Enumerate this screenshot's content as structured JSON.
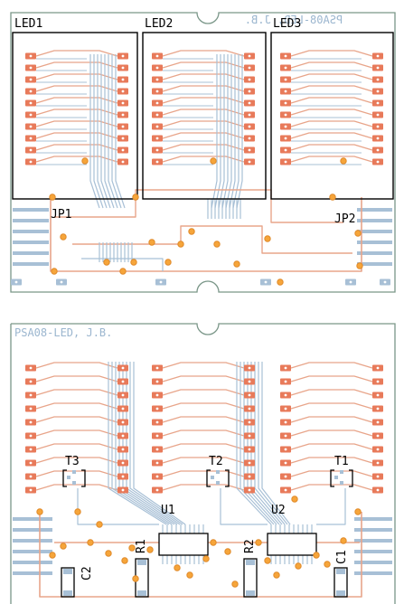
{
  "colors": {
    "background": "#ffffff",
    "board_outline": "#7a9688",
    "trace_top": "#e8a58a",
    "trace_bottom": "#a8c0d6",
    "pad_top": "#e87a5a",
    "pad_bottom": "#a8c0d6",
    "via_fill": "#f6a53a",
    "via_ring": "#e08a2a",
    "component_outline": "#000000",
    "silk_text_blue": "#9bb6cf",
    "silk_text_black": "#000000"
  },
  "top_board": {
    "label_led1": "LED1",
    "label_led2": "LED2",
    "label_led3": "LED3",
    "label_jp1": "JP1",
    "label_jp2": "JP2",
    "mirrored_title": "PSA08-LED, J.B."
  },
  "bottom_board": {
    "title": "PSA08-LED, J.B.",
    "label_t1": "T1",
    "label_t2": "T2",
    "label_t3": "T3",
    "label_u1": "U1",
    "label_u2": "U2",
    "label_r1": "R1",
    "label_r2": "R2",
    "label_c1": "C1",
    "label_c2": "C2"
  }
}
